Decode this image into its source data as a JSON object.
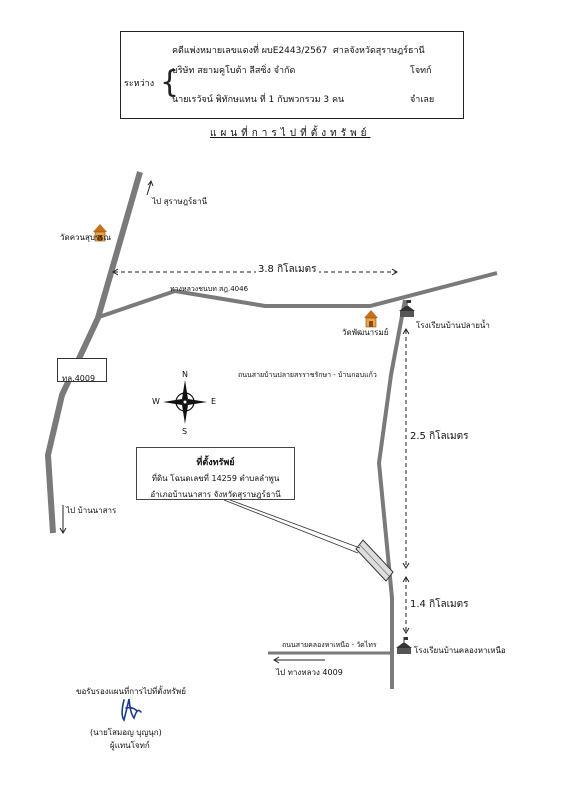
{
  "header": {
    "case_line_prefix": "คดีแพ่งหมายเลขแดงที่",
    "case_number": "ผบE2443/2567",
    "court": "ศาลจังหวัดสุราษฎร์ธานี",
    "between_label": "ระหว่าง",
    "plaintiff": "บริษัท สยามคูโบต้า ลีสซิ่ง จำกัด",
    "plaintiff_role": "โจทก์",
    "defendant": "นายเรวัจน์  พิทักษแทน ที่  1  กับพวกรวม 3 คน",
    "defendant_role": "จำเลย"
  },
  "map_title": "แผนที่การไปที่ตั้งทรัพย์",
  "labels": {
    "to_surat": "ไป สุราษฎร์ธานี",
    "wat_khuan": "วัดควนสุบรรณ",
    "dist_38": "3.8 กิโลเมตร",
    "highway_4046": "ทางหลวงชนบท สฎ.4046",
    "wat_phatthanaram": "วัดพัฒนารมย์",
    "school_plai_nam": "โรงเรียนบ้านปลายน้ำ",
    "road_4009_sign": "ทล.4009",
    "road_plai_sai": "ถนนสายบ้านปลายสรราชรักษา - บ้านกอบแก้ว",
    "dist_25": "2.5 กิโลเมตร",
    "dist_14": "1.4 กิโลเมตร",
    "to_ban_na_san": "ไป บ้านนาสาร",
    "road_khlong": "ถนนสายคลองหาเหนือ - วัดไทร",
    "school_khlong": "โรงเรียนบ้านคลองหาเหนือ",
    "to_hwy_4009": "ไป ทางหลวง 4009"
  },
  "compass": {
    "n": "N",
    "s": "S",
    "e": "E",
    "w": "W"
  },
  "property": {
    "title": "ที่ตั้งทรัพย์",
    "line1": "ที่ดิน โฉนดเลขที่ 14259 ตำบลลำพูน",
    "line2": "อำเภอบ้านนาสาร  จังหวัดสุราษฎร์ธานี"
  },
  "footer": {
    "certify": "ขอรับรองแผนที่การไปที่ตั้งทรัพย์",
    "name": "(นายโสมอญ    บุญนุก)",
    "role": "ผู้แทนโจทก์"
  },
  "colors": {
    "road": "#7a7a7a",
    "temple": "#c4701f"
  },
  "icons": [
    "temple-icon",
    "school-icon",
    "compass-icon",
    "garuda-icon",
    "signature-icon",
    "arrow-icon"
  ]
}
